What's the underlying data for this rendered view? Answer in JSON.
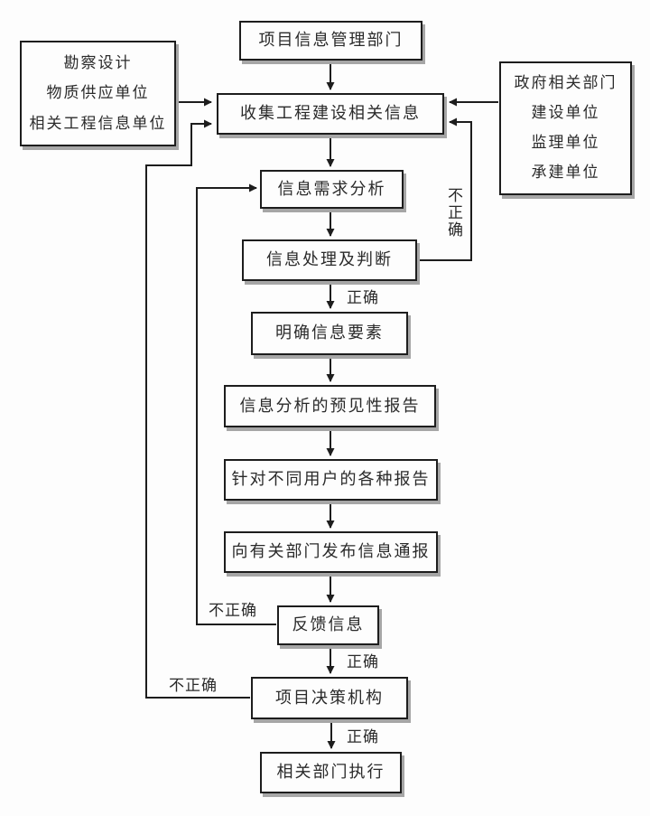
{
  "nodes": {
    "project_dept": "项目信息管理部门",
    "left_sources": [
      "勘察设计",
      "物质供应单位",
      "相关工程信息单位"
    ],
    "right_sources": [
      "政府相关部门",
      "建设单位",
      "监理单位",
      "承建单位"
    ],
    "collect": "收集工程建设相关信息",
    "demand_analysis": "信息需求分析",
    "processing_judgment": "信息处理及判断",
    "clarify_elements": "明确信息要素",
    "predictive_report": "信息分析的预见性报告",
    "user_reports": "针对不同用户的各种报告",
    "publish_notice": "向有关部门发布信息通报",
    "feedback": "反馈信息",
    "decision_body": "项目决策机构",
    "execution": "相关部门执行"
  },
  "edge_labels": {
    "judgment_incorrect": "不正确",
    "judgment_correct": "正确",
    "feedback_incorrect": "不正确",
    "feedback_correct": "正确",
    "decision_incorrect": "不正确",
    "decision_correct": "正确"
  },
  "colors": {
    "background": "#fdfdfd",
    "line": "#1d1d1d",
    "box_fill": "#fdfdfd",
    "box_shadow": "#a6a6a6",
    "text": "#2a2a2a"
  }
}
